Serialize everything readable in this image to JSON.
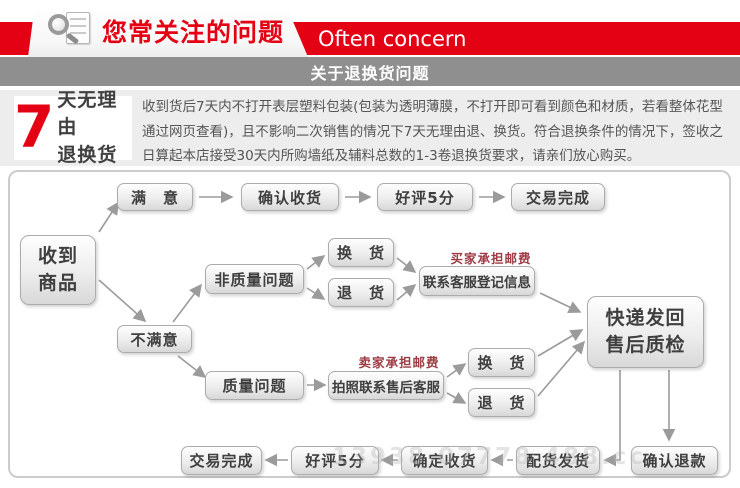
{
  "colors": {
    "accent_red": "#e50114",
    "bar_gray": "#8f8f8f",
    "postage_maroon": "#9e3b45"
  },
  "icons": {
    "header": "magnifier-document-icon"
  },
  "header": {
    "title_cn": "您常关注的问题",
    "title_en": "Often concern"
  },
  "section_bar": {
    "title": "关于退换货问题"
  },
  "policy": {
    "big_number": "7",
    "line1": "天无理由",
    "line2": "退换货",
    "description": "收到货后7天内不打开表层塑料包装(包装为透明薄膜，不打开即可看到颜色和材质，若看整体花型通过网页查看)，且不影响二次销售的情况下7天无理由退、换货。符合退换条件的情况下，签收之日算起本店接受30天内所购墙纸及辅料总数的1-3卷退换货要求，请亲们放心购买。"
  },
  "flowchart": {
    "nodes": {
      "received": {
        "l1": "收到",
        "l2": "商品"
      },
      "satisfied": "满　意",
      "confirm_receipt": "确认收货",
      "praise": "好评5分",
      "deal_done": "交易完成",
      "dissatisfied": "不满意",
      "non_quality": "非质量问题",
      "exchange_a": "换　货",
      "return_a": "退　货",
      "contact_cs": "联系客服登记信息",
      "quality": "质量问题",
      "photo_cs": "拍照联系售后客服",
      "exchange_b": "换　货",
      "return_b": "退　货",
      "qc": {
        "l1": "快递发回",
        "l2": "售后质检"
      },
      "confirm_refund": "确认退款",
      "distribute": "配货发货",
      "confirm_receipt_2": "确定收货",
      "praise_2": "好评5分",
      "deal_done_2": "交易完成"
    },
    "labels": {
      "buyer_postage": "买家承担邮费",
      "seller_postage": "卖家承担邮费"
    },
    "watermark": "13938 07778 488.cc"
  }
}
